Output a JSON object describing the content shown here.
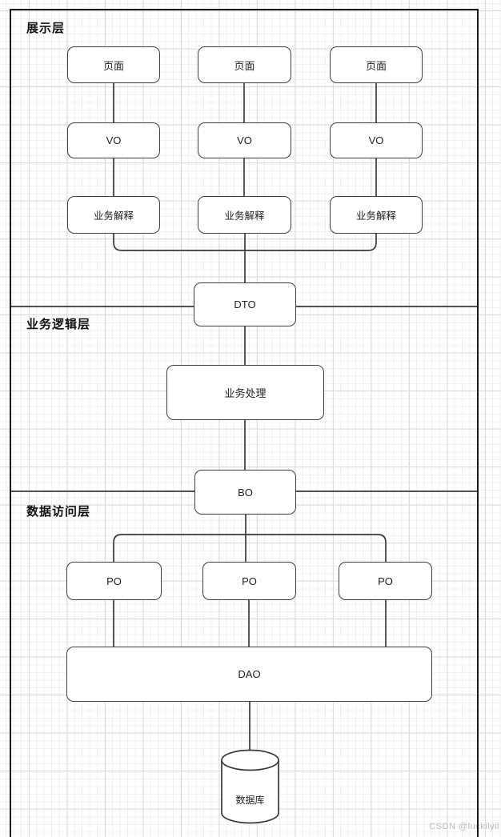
{
  "layers": {
    "presentation": {
      "label": "展示层"
    },
    "business": {
      "label": "业务逻辑层"
    },
    "dataAccess": {
      "label": "数据访问层"
    }
  },
  "nodes": {
    "page1": {
      "label": "页面"
    },
    "page2": {
      "label": "页面"
    },
    "page3": {
      "label": "页面"
    },
    "vo1": {
      "label": "VO"
    },
    "vo2": {
      "label": "VO"
    },
    "vo3": {
      "label": "VO"
    },
    "interp1": {
      "label": "业务解释"
    },
    "interp2": {
      "label": "业务解释"
    },
    "interp3": {
      "label": "业务解释"
    },
    "dto": {
      "label": "DTO"
    },
    "process": {
      "label": "业务处理"
    },
    "bo": {
      "label": "BO"
    },
    "po1": {
      "label": "PO"
    },
    "po2": {
      "label": "PO"
    },
    "po3": {
      "label": "PO"
    },
    "dao": {
      "label": "DAO"
    },
    "database": {
      "label": "数据库"
    }
  },
  "watermark": {
    "text": "CSDN @luckilyil"
  },
  "colors": {
    "connectorLine": "#3a3a3a",
    "outerFrame": "#1a1a1a",
    "nodeBorder": "#3f3f3f",
    "nodeFill": "#ffffff",
    "gridMinor": "#f0f0f0",
    "gridMajor": "#dcdcdc",
    "text": "#1f1f1f",
    "watermark": "#b7bbbf"
  }
}
